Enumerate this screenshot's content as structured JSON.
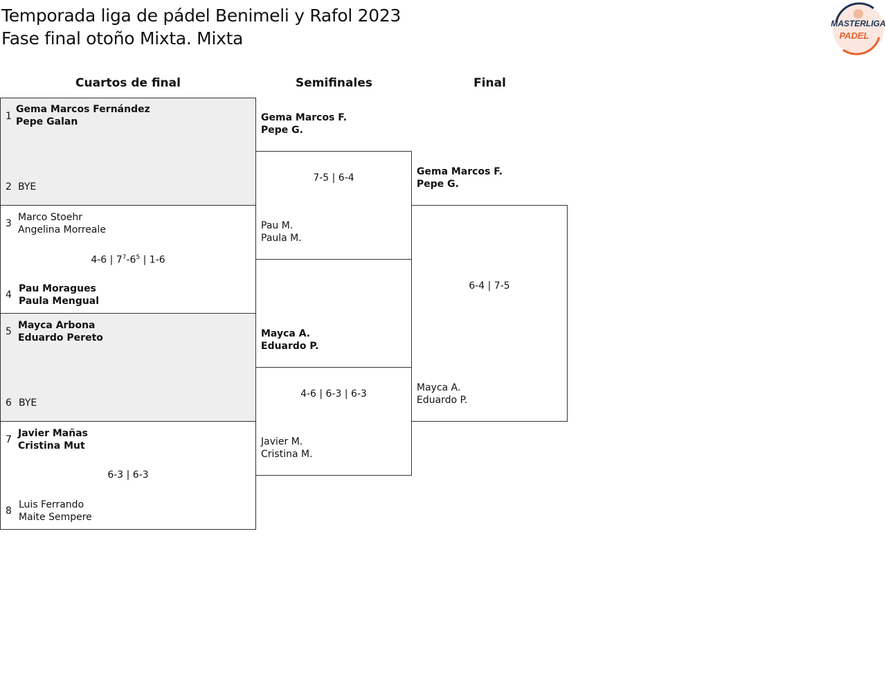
{
  "header": {
    "title_line1": "Temporada liga de pádel Benimeli y Rafol 2023",
    "title_line2": "Fase final otoño Mixta. Mixta",
    "logo_text_top": "MASTERLIGA",
    "logo_text_bottom": "PADEL"
  },
  "rounds": {
    "quarterfinals": "Cuartos de final",
    "semifinals": "Semifinales",
    "final": "Final"
  },
  "quarterfinals": [
    {
      "top": {
        "seed": "1",
        "p1": "Gema Marcos Fernández",
        "p2": "Pepe Galan"
      },
      "bottom": {
        "seed": "2",
        "p1": "BYE",
        "p2": ""
      },
      "score": ""
    },
    {
      "top": {
        "seed": "3",
        "p1": "Marco Stoehr",
        "p2": "Angelina Morreale"
      },
      "bottom": {
        "seed": "4",
        "p1": "Pau Moragues",
        "p2": "Paula Mengual"
      },
      "score": {
        "set1": "4-6 | 7",
        "tb1": "7",
        "mid": "-6",
        "tb2": "5",
        "rest": " | 1-6"
      }
    },
    {
      "top": {
        "seed": "5",
        "p1": "Mayca Arbona",
        "p2": "Eduardo Pereto"
      },
      "bottom": {
        "seed": "6",
        "p1": "BYE",
        "p2": ""
      },
      "score": ""
    },
    {
      "top": {
        "seed": "7",
        "p1": "Javier Mañas",
        "p2": "Cristina Mut"
      },
      "bottom": {
        "seed": "8",
        "p1": "Luis Ferrando",
        "p2": "Maite Sempere"
      },
      "score": "6-3 | 6-3"
    }
  ],
  "semifinals": [
    {
      "top": {
        "p1": "Gema Marcos F.",
        "p2": "Pepe G."
      },
      "bottom": {
        "p1": "Pau M.",
        "p2": "Paula M."
      },
      "score": "7-5 | 6-4"
    },
    {
      "top": {
        "p1": "Mayca A.",
        "p2": "Eduardo P."
      },
      "bottom": {
        "p1": "Javier M.",
        "p2": "Cristina M."
      },
      "score": "4-6 | 6-3 | 6-3"
    }
  ],
  "final": {
    "top": {
      "p1": "Gema Marcos F.",
      "p2": "Pepe G."
    },
    "bottom": {
      "p1": "Mayca A.",
      "p2": "Eduardo P."
    },
    "score": "6-4 | 7-5"
  },
  "colors": {
    "box_border": "#333333",
    "bye_shade": "#eeeeee",
    "logo_orange": "#e8622a",
    "logo_navy": "#1d3557"
  }
}
